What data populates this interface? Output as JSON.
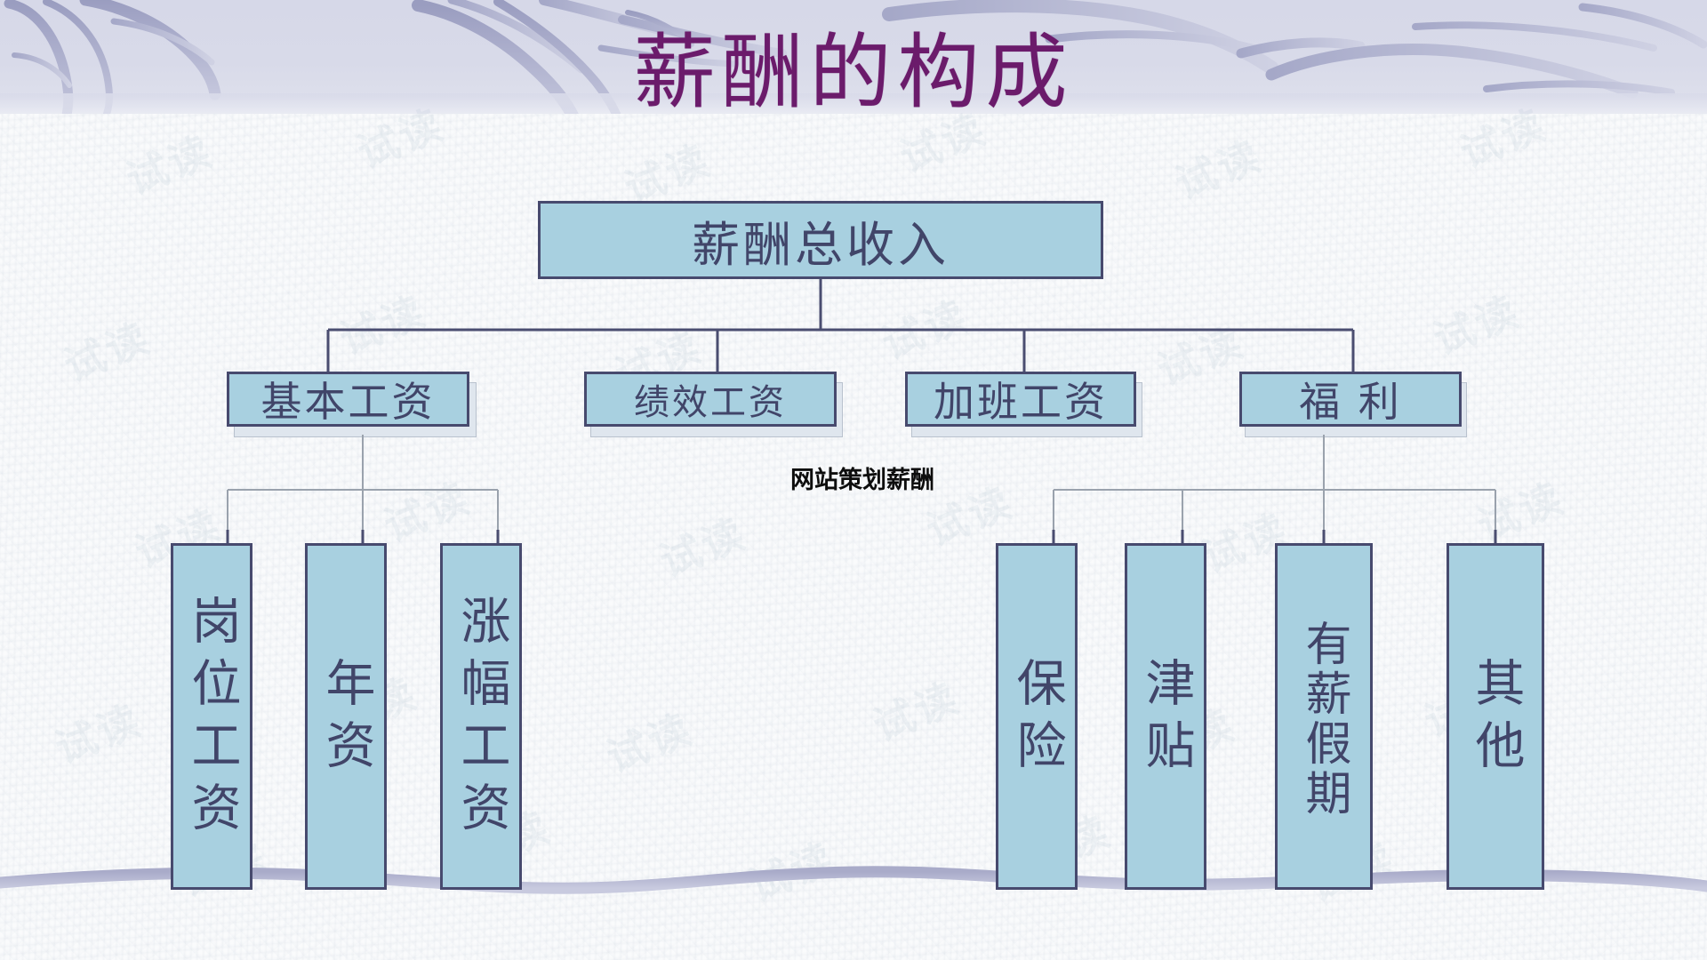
{
  "slide": {
    "title": "薪酬的构成",
    "caption": "网站策划薪酬",
    "watermark_text": "试读"
  },
  "colors": {
    "title_purple": "#6b1b6b",
    "box_fill": "#a8d0e0",
    "box_border": "#474a6e",
    "box_text": "#414569",
    "band_lavender": "#d7d9e8",
    "stroke_purple": "#9a9dc0",
    "connector_dark": "#4a4d70",
    "connector_light": "#9aa2ad",
    "caption_black": "#0d0d0d",
    "shadow_fill": "#dfe6ee",
    "page_background": "#fafbfc"
  },
  "chart": {
    "root": {
      "label": "薪酬总收入"
    },
    "level2": [
      {
        "label": "基本工资",
        "key": "basic-salary"
      },
      {
        "label": "绩效工资",
        "key": "performance-salary"
      },
      {
        "label": "加班工资",
        "key": "overtime-salary"
      },
      {
        "label": "福  利",
        "key": "benefits"
      }
    ],
    "level3_left": [
      {
        "label": "岗位工资",
        "key": "position-salary"
      },
      {
        "label": "年资",
        "key": "seniority-pay"
      },
      {
        "label": "涨幅工资",
        "key": "increment-salary"
      }
    ],
    "level3_right": [
      {
        "label": "保险",
        "key": "insurance"
      },
      {
        "label": "津贴",
        "key": "allowance"
      },
      {
        "label": "有薪假期",
        "key": "paid-leave"
      },
      {
        "label": "其他",
        "key": "other"
      }
    ]
  }
}
